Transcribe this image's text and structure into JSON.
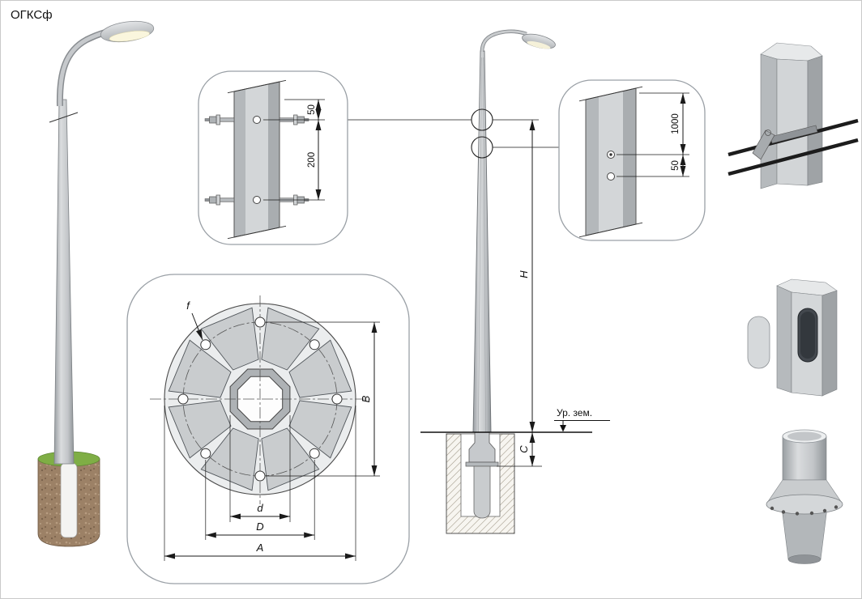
{
  "title": "ОГКСф",
  "detail_clamp": {
    "dim_offset": "50",
    "dim_spacing": "200"
  },
  "detail_entry": {
    "dim_height": "1000",
    "dim_offset": "50"
  },
  "flange": {
    "dim_hole": "f",
    "dim_bolt_span": "B",
    "dim_inner": "d",
    "dim_bolt_circle": "D",
    "dim_outer": "A"
  },
  "elevation": {
    "dim_height": "H",
    "dim_embed": "C",
    "ground_label": "Ур. зем."
  }
}
